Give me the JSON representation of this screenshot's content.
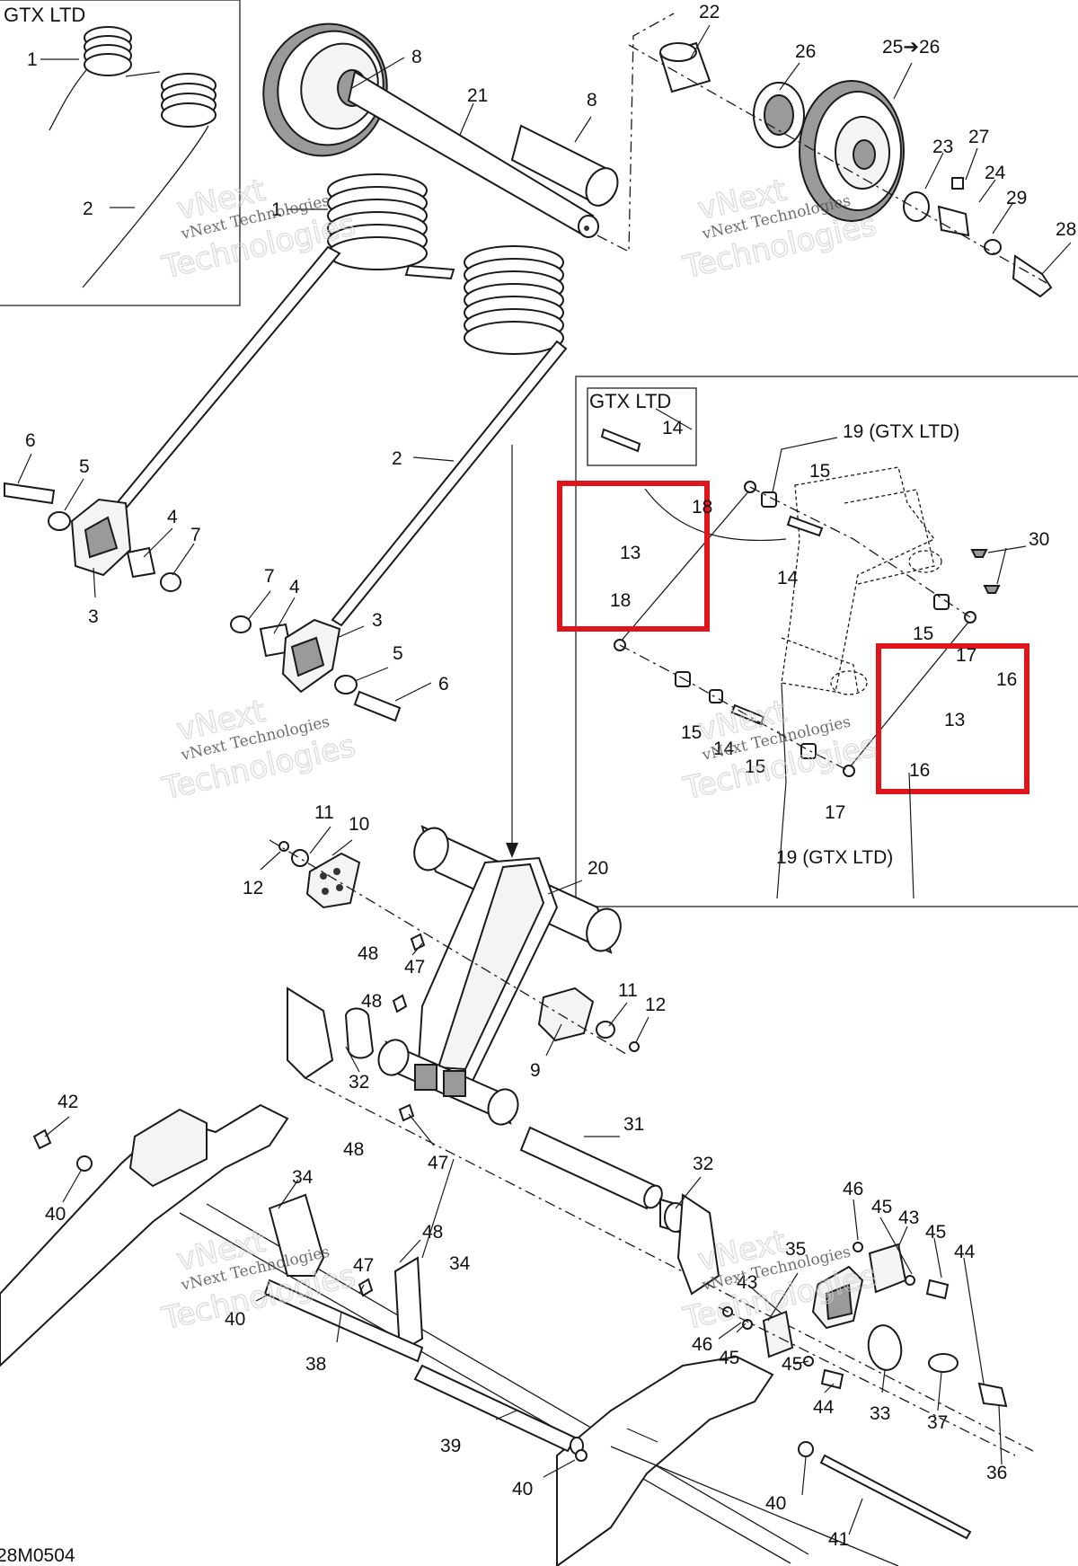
{
  "insets": {
    "top_left_title": "GTX LTD",
    "mid_right_title": "GTX LTD"
  },
  "labels": [
    {
      "id": "lbl-1a",
      "text": "1"
    },
    {
      "id": "lbl-2a",
      "text": "2"
    },
    {
      "id": "lbl-8a",
      "text": "8"
    },
    {
      "id": "lbl-21",
      "text": "21"
    },
    {
      "id": "lbl-8b",
      "text": "8"
    },
    {
      "id": "lbl-22",
      "text": "22"
    },
    {
      "id": "lbl-26",
      "text": "26"
    },
    {
      "id": "lbl-25",
      "text": "25➔26"
    },
    {
      "id": "lbl-23",
      "text": "23"
    },
    {
      "id": "lbl-27",
      "text": "27"
    },
    {
      "id": "lbl-24",
      "text": "24"
    },
    {
      "id": "lbl-29",
      "text": "29"
    },
    {
      "id": "lbl-28",
      "text": "28"
    },
    {
      "id": "lbl-1b",
      "text": "1"
    },
    {
      "id": "lbl-2b",
      "text": "2"
    },
    {
      "id": "lbl-6a",
      "text": "6"
    },
    {
      "id": "lbl-5a",
      "text": "5"
    },
    {
      "id": "lbl-4a",
      "text": "4"
    },
    {
      "id": "lbl-7a",
      "text": "7"
    },
    {
      "id": "lbl-3a",
      "text": "3"
    },
    {
      "id": "lbl-7b",
      "text": "7"
    },
    {
      "id": "lbl-4b",
      "text": "4"
    },
    {
      "id": "lbl-3b",
      "text": "3"
    },
    {
      "id": "lbl-5b",
      "text": "5"
    },
    {
      "id": "lbl-6b",
      "text": "6"
    },
    {
      "id": "lbl-14a",
      "text": "14"
    },
    {
      "id": "lbl-19a",
      "text": "19 (GTX LTD)"
    },
    {
      "id": "lbl-15a",
      "text": "15"
    },
    {
      "id": "lbl-18a",
      "text": "18"
    },
    {
      "id": "lbl-13a",
      "text": "13"
    },
    {
      "id": "lbl-14b",
      "text": "14"
    },
    {
      "id": "lbl-30",
      "text": "30"
    },
    {
      "id": "lbl-18b",
      "text": "18"
    },
    {
      "id": "lbl-15b",
      "text": "15"
    },
    {
      "id": "lbl-17a",
      "text": "17"
    },
    {
      "id": "lbl-16a",
      "text": "16"
    },
    {
      "id": "lbl-13b",
      "text": "13"
    },
    {
      "id": "lbl-15c",
      "text": "15"
    },
    {
      "id": "lbl-14c",
      "text": "14"
    },
    {
      "id": "lbl-15d",
      "text": "15"
    },
    {
      "id": "lbl-16b",
      "text": "16"
    },
    {
      "id": "lbl-17b",
      "text": "17"
    },
    {
      "id": "lbl-19b",
      "text": "19 (GTX LTD)"
    },
    {
      "id": "lbl-11a",
      "text": "11"
    },
    {
      "id": "lbl-10",
      "text": "10"
    },
    {
      "id": "lbl-12a",
      "text": "12"
    },
    {
      "id": "lbl-20",
      "text": "20"
    },
    {
      "id": "lbl-48a",
      "text": "48"
    },
    {
      "id": "lbl-47a",
      "text": "47"
    },
    {
      "id": "lbl-48b",
      "text": "48"
    },
    {
      "id": "lbl-11b",
      "text": "11"
    },
    {
      "id": "lbl-12b",
      "text": "12"
    },
    {
      "id": "lbl-9",
      "text": "9"
    },
    {
      "id": "lbl-32a",
      "text": "32"
    },
    {
      "id": "lbl-42",
      "text": "42"
    },
    {
      "id": "lbl-48c",
      "text": "48"
    },
    {
      "id": "lbl-47b",
      "text": "47"
    },
    {
      "id": "lbl-40a",
      "text": "40"
    },
    {
      "id": "lbl-31",
      "text": "31"
    },
    {
      "id": "lbl-32b",
      "text": "32"
    },
    {
      "id": "lbl-34a",
      "text": "34"
    },
    {
      "id": "lbl-48d",
      "text": "48"
    },
    {
      "id": "lbl-46a",
      "text": "46"
    },
    {
      "id": "lbl-45a",
      "text": "45"
    },
    {
      "id": "lbl-43a",
      "text": "43"
    },
    {
      "id": "lbl-45b",
      "text": "45"
    },
    {
      "id": "lbl-44a",
      "text": "44"
    },
    {
      "id": "lbl-35",
      "text": "35"
    },
    {
      "id": "lbl-47c",
      "text": "47"
    },
    {
      "id": "lbl-34b",
      "text": "34"
    },
    {
      "id": "lbl-40b",
      "text": "40"
    },
    {
      "id": "lbl-43b",
      "text": "43"
    },
    {
      "id": "lbl-46b",
      "text": "46"
    },
    {
      "id": "lbl-45c",
      "text": "45"
    },
    {
      "id": "lbl-45d",
      "text": "45"
    },
    {
      "id": "lbl-44b",
      "text": "44"
    },
    {
      "id": "lbl-33",
      "text": "33"
    },
    {
      "id": "lbl-37",
      "text": "37"
    },
    {
      "id": "lbl-38",
      "text": "38"
    },
    {
      "id": "lbl-39",
      "text": "39"
    },
    {
      "id": "lbl-40c",
      "text": "40"
    },
    {
      "id": "lbl-36",
      "text": "36"
    },
    {
      "id": "lbl-40d",
      "text": "40"
    },
    {
      "id": "lbl-41",
      "text": "41"
    }
  ],
  "watermark": {
    "line1": "vNext",
    "line2": "vNext Technologies",
    "line3": "Technologies"
  },
  "drawing_code": "28M0504",
  "colors": {
    "highlight": "#e0141b",
    "line": "#1a1a1a",
    "watermark": "#c9c9c9"
  }
}
